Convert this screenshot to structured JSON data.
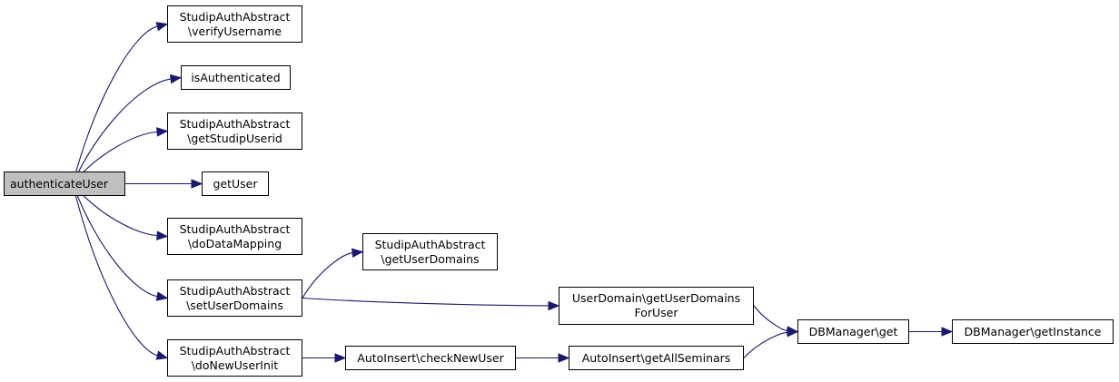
{
  "nodes": {
    "authenticateUser": {
      "lines": [
        "authenticateUser"
      ]
    },
    "verifyUsername": {
      "lines": [
        "StudipAuthAbstract",
        "\\verifyUsername"
      ]
    },
    "isAuthenticated": {
      "lines": [
        "isAuthenticated"
      ]
    },
    "getStudipUserid": {
      "lines": [
        "StudipAuthAbstract",
        "\\getStudipUserid"
      ]
    },
    "getUser": {
      "lines": [
        "getUser"
      ]
    },
    "doDataMapping": {
      "lines": [
        "StudipAuthAbstract",
        "\\doDataMapping"
      ]
    },
    "setUserDomains": {
      "lines": [
        "StudipAuthAbstract",
        "\\setUserDomains"
      ]
    },
    "doNewUserInit": {
      "lines": [
        "StudipAuthAbstract",
        "\\doNewUserInit"
      ]
    },
    "getUserDomains": {
      "lines": [
        "StudipAuthAbstract",
        "\\getUserDomains"
      ]
    },
    "getUserDomainsForUser": {
      "lines": [
        "UserDomain\\getUserDomains",
        "ForUser"
      ]
    },
    "checkNewUser": {
      "lines": [
        "AutoInsert\\checkNewUser"
      ]
    },
    "getAllSeminars": {
      "lines": [
        "AutoInsert\\getAllSeminars"
      ]
    },
    "dbGet": {
      "lines": [
        "DBManager\\get"
      ]
    },
    "getInstance": {
      "lines": [
        "DBManager\\getInstance"
      ]
    }
  },
  "edges": [
    [
      "authenticateUser",
      "verifyUsername"
    ],
    [
      "authenticateUser",
      "isAuthenticated"
    ],
    [
      "authenticateUser",
      "getStudipUserid"
    ],
    [
      "authenticateUser",
      "getUser"
    ],
    [
      "authenticateUser",
      "doDataMapping"
    ],
    [
      "authenticateUser",
      "setUserDomains"
    ],
    [
      "authenticateUser",
      "doNewUserInit"
    ],
    [
      "setUserDomains",
      "getUserDomains"
    ],
    [
      "setUserDomains",
      "getUserDomainsForUser"
    ],
    [
      "getUserDomainsForUser",
      "dbGet"
    ],
    [
      "doNewUserInit",
      "checkNewUser"
    ],
    [
      "checkNewUser",
      "getAllSeminars"
    ],
    [
      "getAllSeminars",
      "dbGet"
    ],
    [
      "dbGet",
      "getInstance"
    ]
  ],
  "colors": {
    "edge": "#191970",
    "root_fill": "#bfbfbf",
    "node_fill": "#ffffff"
  }
}
